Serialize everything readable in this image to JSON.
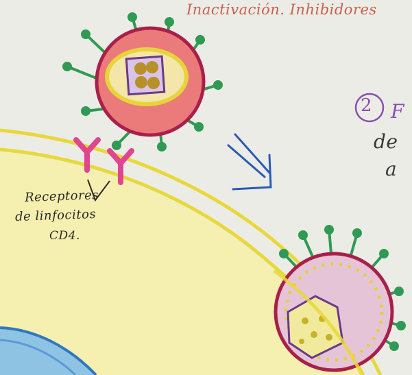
{
  "texts": {
    "top_caption": "Inactivación. Inhibidores",
    "receptor_label_1": "Receptores",
    "receptor_label_2": "de linfocitos",
    "receptor_label_3": "CD4.",
    "step_number": "2",
    "step_text_1": "F",
    "step_text_2": "de",
    "step_text_3": "a"
  },
  "colors": {
    "paper": "#ecece6",
    "membrane_yellow": "#efe24a",
    "virus_outline": "#a8204a",
    "virus_fill": "#e86f6f",
    "spike_green": "#2f9a54",
    "capsid_purple": "#6a3a8a",
    "receptor_pink": "#e0458f",
    "arrow_blue": "#2a5ab8",
    "annotation_red": "#c9604e",
    "annotation_purple": "#8a4fb0"
  }
}
